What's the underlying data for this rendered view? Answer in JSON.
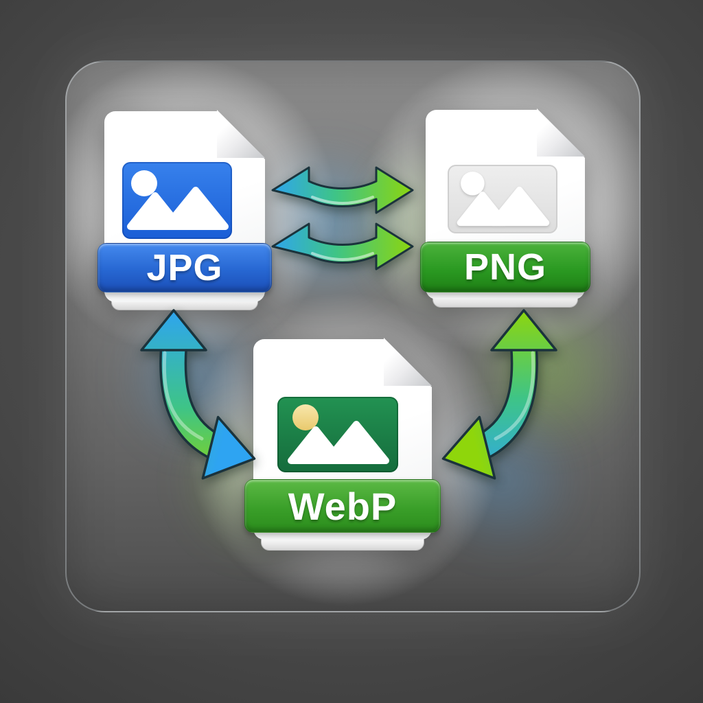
{
  "illustration": {
    "name": "image-format-conversion-diagram",
    "background_color": "#3a3a3a",
    "panel_fill": "#777777",
    "panel_glow": "#ffffff"
  },
  "formats": [
    {
      "label": "JPG",
      "band_color_top": "#4489ee",
      "band_color_bottom": "#1b4fb8",
      "glyph_background": "#2470e2",
      "glyph": "photo-placeholder",
      "page_style": "white-sheet-folded-corner"
    },
    {
      "label": "PNG",
      "band_color_top": "#4cb23c",
      "band_color_bottom": "#1e7f15",
      "glyph_background": "#e6e6e6",
      "glyph": "photo-placeholder",
      "page_style": "white-sheet-folded-corner"
    },
    {
      "label": "WebP",
      "band_color_top": "#5cb945",
      "band_color_bottom": "#2b8c1c",
      "glyph_background": "#1f8549",
      "glyph_sun_color": "#f2d98c",
      "glyph": "photo-placeholder",
      "page_style": "white-sheet-folded-corner"
    }
  ],
  "arrows": {
    "blue_end": "#2ea4f2",
    "teal_mid": "#3ec487",
    "green_end": "#8fd60b",
    "outline": "#1b333c",
    "list": [
      {
        "id": "jpg-png-upper",
        "type": "double-headed-horizontal",
        "between": [
          "JPG",
          "PNG"
        ]
      },
      {
        "id": "jpg-png-lower",
        "type": "double-headed-horizontal",
        "between": [
          "JPG",
          "PNG"
        ]
      },
      {
        "id": "jpg-webp",
        "type": "double-headed-curved",
        "between": [
          "JPG",
          "WebP"
        ]
      },
      {
        "id": "png-webp",
        "type": "double-headed-curved",
        "between": [
          "PNG",
          "WebP"
        ]
      }
    ]
  }
}
